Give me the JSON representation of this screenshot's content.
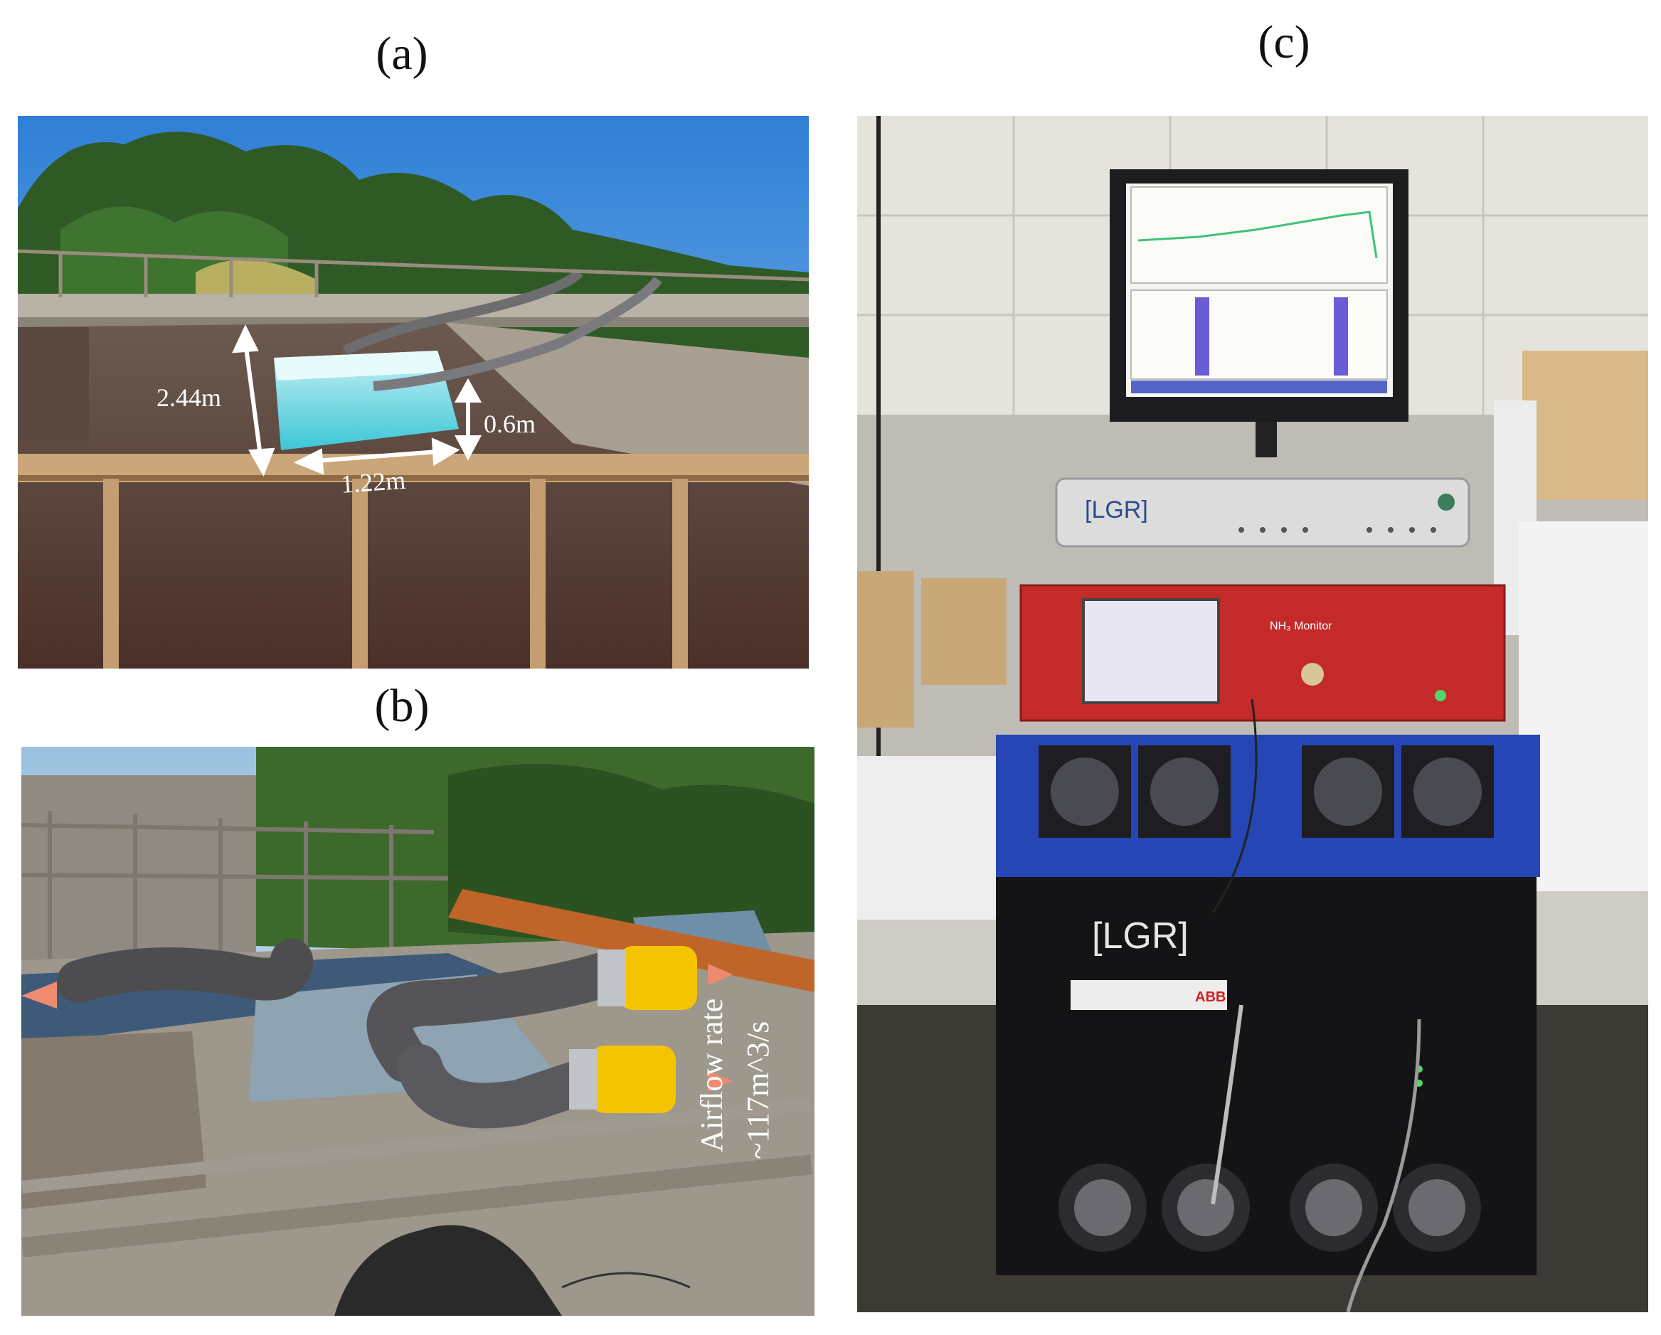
{
  "figure": {
    "panel_a": {
      "label": "(a)",
      "dimensions": {
        "length": "2.44m",
        "width": "1.22m",
        "height": "0.6m"
      }
    },
    "panel_b": {
      "label": "(b)",
      "airflow_label": "Airflow rate",
      "airflow_value": "~117m^3/s"
    },
    "panel_c": {
      "label": "(c)",
      "brand_top": "[LGR]",
      "brand_bottom": "[LGR]",
      "analyzer_label": "NH₃ Monitor",
      "maker_badge": "ABB"
    }
  }
}
